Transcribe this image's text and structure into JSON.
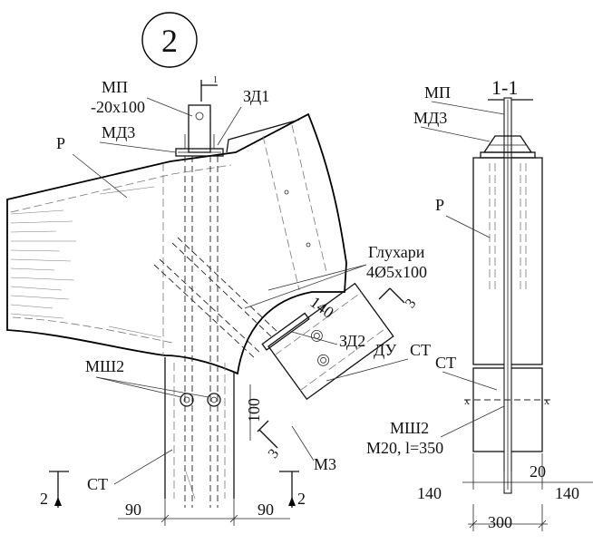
{
  "detail_number": "2",
  "section_title": "1-1",
  "left_view": {
    "plate_label": "МП",
    "plate_size": "-20x100",
    "washer_label": "МД3",
    "glue_label": "ЗД1",
    "rafter_label": "Р",
    "cut_marker_top": "1",
    "screws_label": "Глухари",
    "screws_spec": "4Ø5x100",
    "cut3_label": "3",
    "dim_140": "140",
    "glue2_label": "ЗД2",
    "strut_label": "ДУ",
    "post_label_right": "СТ",
    "bolt_label": "МШ2",
    "dim_100": "100",
    "plate2_label": "М3",
    "post_label_left": "СТ",
    "dim_90_left": "90",
    "dim_90_right": "90",
    "cut2_label": "2"
  },
  "section_view": {
    "plate_label": "МП",
    "washer_label": "МД3",
    "rafter_label": "Р",
    "post_label": "СТ",
    "bolt_label": "МШ2",
    "bolt_spec": "М20, l=350",
    "dim_20": "20",
    "dim_140_left": "140",
    "dim_140_right": "140",
    "dim_300": "300"
  }
}
